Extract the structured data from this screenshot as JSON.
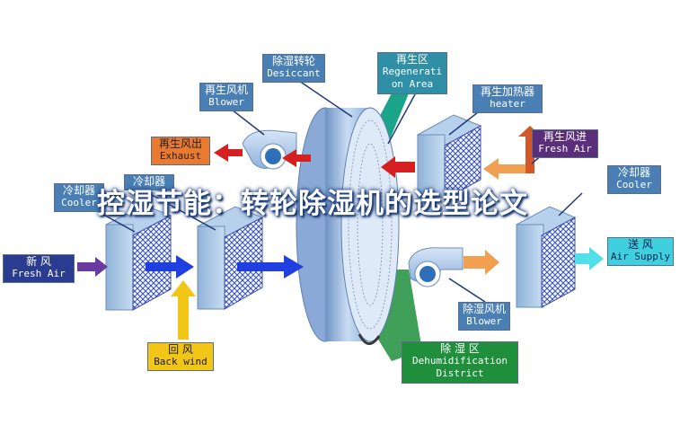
{
  "title": "控湿节能：转轮除湿机的选型论文",
  "labels": {
    "desiccant": {
      "zh": "除湿转轮",
      "en": "Desiccant"
    },
    "regen_area": {
      "zh": "再生区",
      "en1": "Regenerati",
      "en2": "on Area"
    },
    "regen_blower": {
      "zh": "再生风机",
      "en": "Blower"
    },
    "regen_heater": {
      "zh": "再生加热器",
      "en": "heater"
    },
    "regen_exhaust": {
      "zh": "再生风出",
      "en": "Exhaust"
    },
    "regen_fresh": {
      "zh": "再生风进",
      "en": "Fresh Air"
    },
    "cooler_left": {
      "zh": "冷却器",
      "en": "Cooler"
    },
    "cooler_mid": {
      "zh": "冷却器"
    },
    "cooler_right": {
      "zh": "冷却器",
      "en": "Cooler"
    },
    "fresh_air": {
      "zh": "新    风",
      "en": "Fresh Air"
    },
    "supply": {
      "zh": "送  风",
      "en": "Air Supply"
    },
    "back_wind": {
      "zh": "回    风",
      "en": "Back wind"
    },
    "dehum_blower": {
      "zh": "除湿风机",
      "en": "Blower"
    },
    "dehum_district": {
      "zh": "除    湿    区",
      "en1": "Dehumidification",
      "en2": "District"
    }
  },
  "colors": {
    "label_blue": "#4a7fb5",
    "arrow_blue": "#1f3fe0",
    "arrow_red": "#d42020",
    "arrow_orange": "#f0a050",
    "arrow_yellow": "#f2c617",
    "arrow_cyan": "#4fe0ea",
    "arrow_purple": "#6a3aa0",
    "wheel": "#a8c8e8",
    "green_area": "#1f8f3c"
  }
}
